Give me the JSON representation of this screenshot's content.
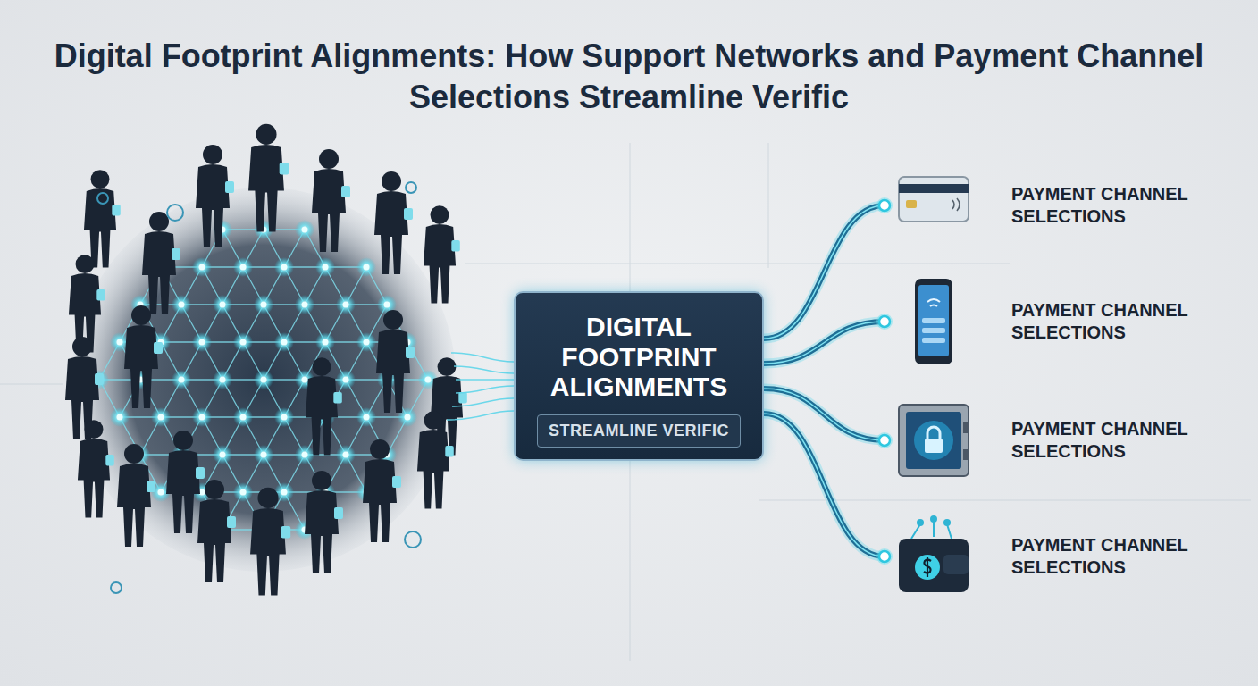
{
  "diagram": {
    "title": "Digital Footprint Alignments: How Support Networks and Payment Channel Selections Streamline Verific",
    "nodes": [
      {
        "text": [
          "DIGITAL FOOTPRINT ALIGNMENTS"
        ]
      },
      {
        "text": [
          "STREAMLINE VERIFIC"
        ],
        "in": 0
      },
      {
        "text": [
          "PAYMENT CHANNEL SELECTIONS"
        ]
      },
      {
        "text": [
          "PAYMENT CHANNEL SELECTIONS"
        ]
      },
      {
        "text": [
          "PAYMENT CHANNEL SELECTIONS"
        ]
      },
      {
        "text": [
          "PAYMENT CHANNEL SELECTIONS"
        ]
      }
    ],
    "edges": [
      {
        "from": 0,
        "to": 2,
        "arrow": "none"
      },
      {
        "from": 0,
        "to": 3,
        "arrow": "none"
      },
      {
        "from": 0,
        "to": 4,
        "arrow": "none"
      },
      {
        "from": 0,
        "to": 5,
        "arrow": "none"
      }
    ]
  }
}
